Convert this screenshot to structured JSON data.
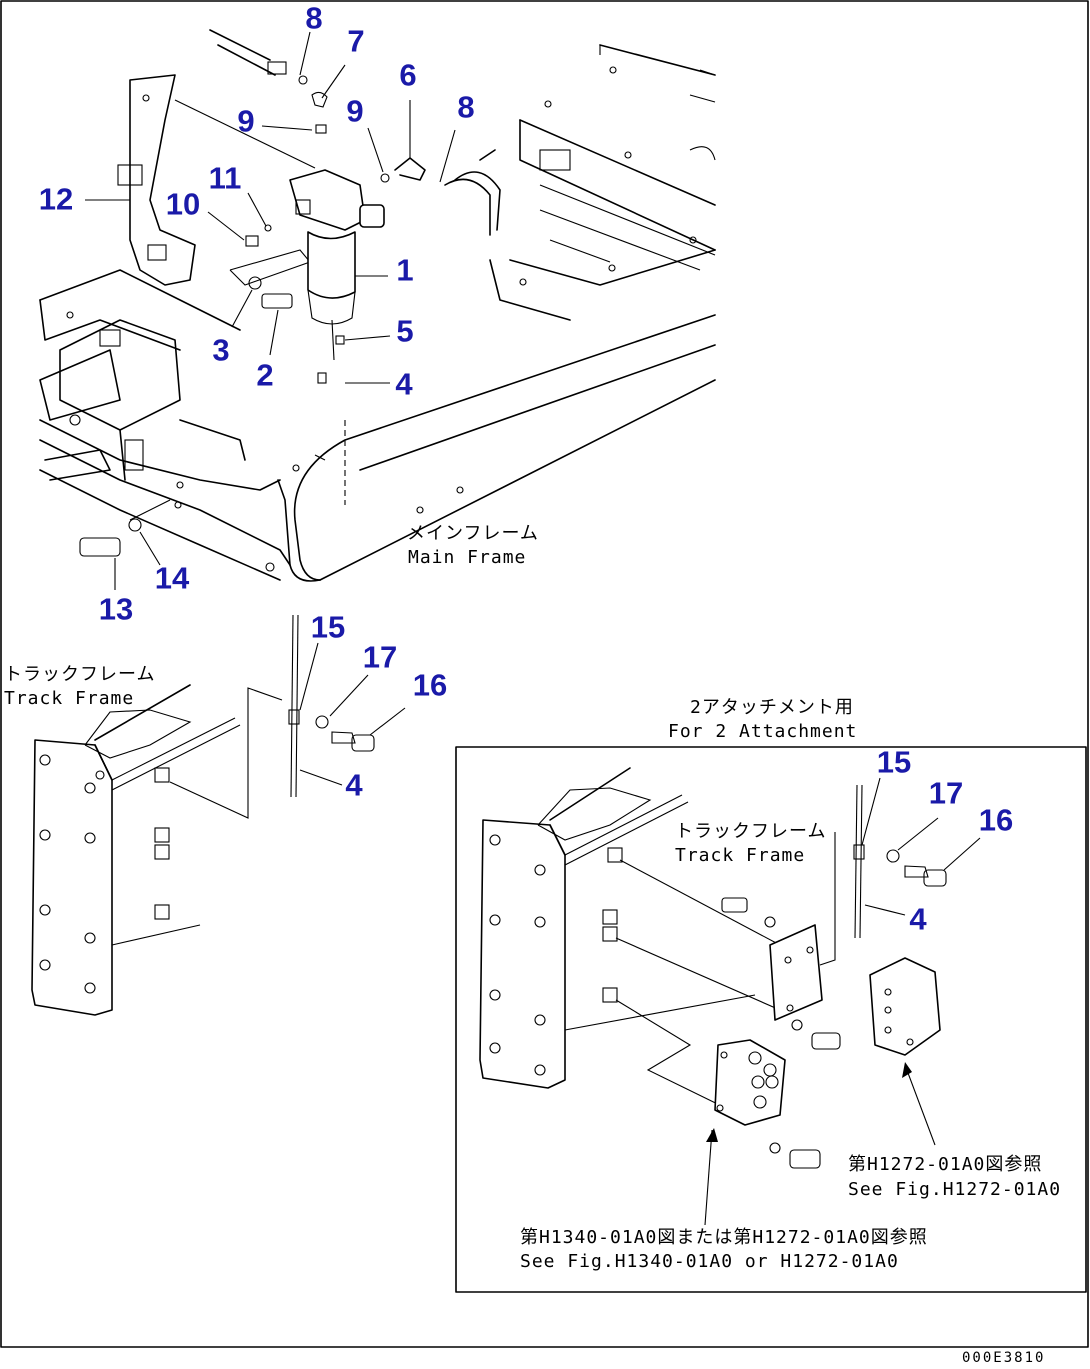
{
  "callouts": {
    "n1": "1",
    "n2": "2",
    "n3": "3",
    "n4a": "4",
    "n4b": "4",
    "n4c": "4",
    "n5": "5",
    "n6": "6",
    "n7": "7",
    "n8a": "8",
    "n8b": "8",
    "n9a": "9",
    "n9b": "9",
    "n10": "10",
    "n11": "11",
    "n12": "12",
    "n13": "13",
    "n14": "14",
    "n15a": "15",
    "n15b": "15",
    "n16a": "16",
    "n16b": "16",
    "n17a": "17",
    "n17b": "17"
  },
  "labels": {
    "main_frame_jp": "メインフレーム",
    "main_frame_en": "Main Frame",
    "track_frame_jp_left": "トラックフレーム",
    "track_frame_en_left": "Track Frame",
    "attachment_jp": "2アタッチメント用",
    "attachment_en": "For 2 Attachment",
    "track_frame_jp_inset": "トラックフレーム",
    "track_frame_en_inset": "Track Frame",
    "ref_right_jp": "第H1272-01A0図参照",
    "ref_right_en": "See Fig.H1272-01A0",
    "ref_bottom_jp": "第H1340-01A0図または第H1272-01A0図参照",
    "ref_bottom_en": "See Fig.H1340-01A0 or H1272-01A0"
  },
  "figure_code": "000E3810",
  "colors": {
    "callout": "#1a1aa8",
    "line": "#000000",
    "background": "#ffffff"
  }
}
